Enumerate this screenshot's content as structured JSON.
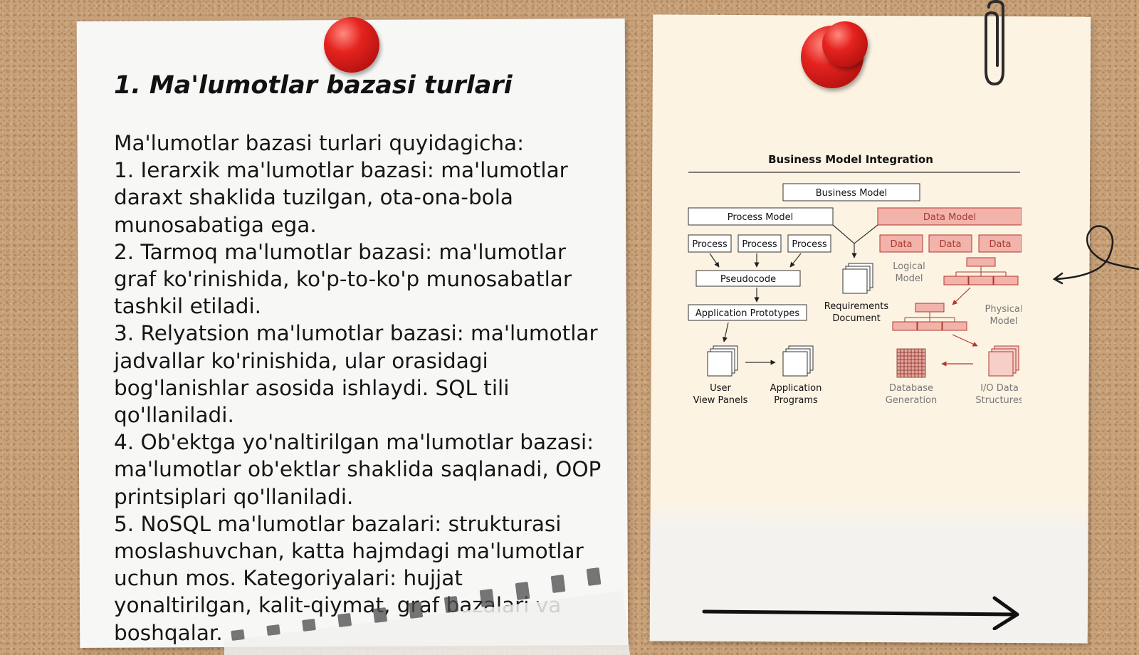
{
  "left_note": {
    "title": "1. Ma'lumotlar bazasi turlari",
    "lines": [
      "Ma'lumotlar bazasi turlari quyidagicha:",
      "1. Ierarxik ma'lumotlar bazasi: ma'lumotlar daraxt shaklida tuzilgan, ota-ona-bola munosabatiga ega.",
      "2. Tarmoq ma'lumotlar bazasi: ma'lumotlar graf ko'rinishida, ko'p-to-ko'p munosabatlar tashkil etiladi.",
      "3. Relyatsion ma'lumotlar bazasi: ma'lumotlar jadvallar ko'rinishida, ular orasidagi bog'lanishlar asosida ishlaydi. SQL tili qo'llaniladi.",
      "4. Ob'ektga yo'naltirilgan ma'lumotlar bazasi: ma'lumotlar ob'ektlar shaklida saqlanadi, OOP printsiplari qo'llaniladi.",
      "5. NoSQL ma'lumotlar bazalari: strukturasi moslashuvchan, katta hajmdagi ma'lumotlar uchun mos. Kategoriyalari: hujjat yonaltirilgan, kalit-qiymat, graf bazalari va boshqalar."
    ]
  },
  "diagram": {
    "title": "Business Model Integration",
    "business_model": "Business Model",
    "process_model": "Process Model",
    "data_model": "Data Model",
    "process_boxes": [
      "Process",
      "Process",
      "Process"
    ],
    "data_boxes": [
      "Data",
      "Data",
      "Data"
    ],
    "pseudocode": "Pseudocode",
    "application_prototypes": "Application Prototypes",
    "logical_model": [
      "Logical",
      "Model"
    ],
    "physical_model": [
      "Physical",
      "Model"
    ],
    "requirements_document": [
      "Requirements",
      "Document"
    ],
    "user_view_panels": [
      "User",
      "View Panels"
    ],
    "application_programs": [
      "Application",
      "Programs"
    ],
    "database_generation": [
      "Database",
      "Generation"
    ],
    "io_data_structures": [
      "I/O Data",
      "Structures"
    ],
    "colors": {
      "data_fill": "#f2b3aa",
      "data_stroke": "#b0392f",
      "data_text": "#a83a31"
    }
  },
  "colors": {
    "corkboard": "#c9a27a",
    "pin": "#e5231f",
    "left_paper": "#f7f7f6",
    "right_paper": "#fdf3e3"
  }
}
